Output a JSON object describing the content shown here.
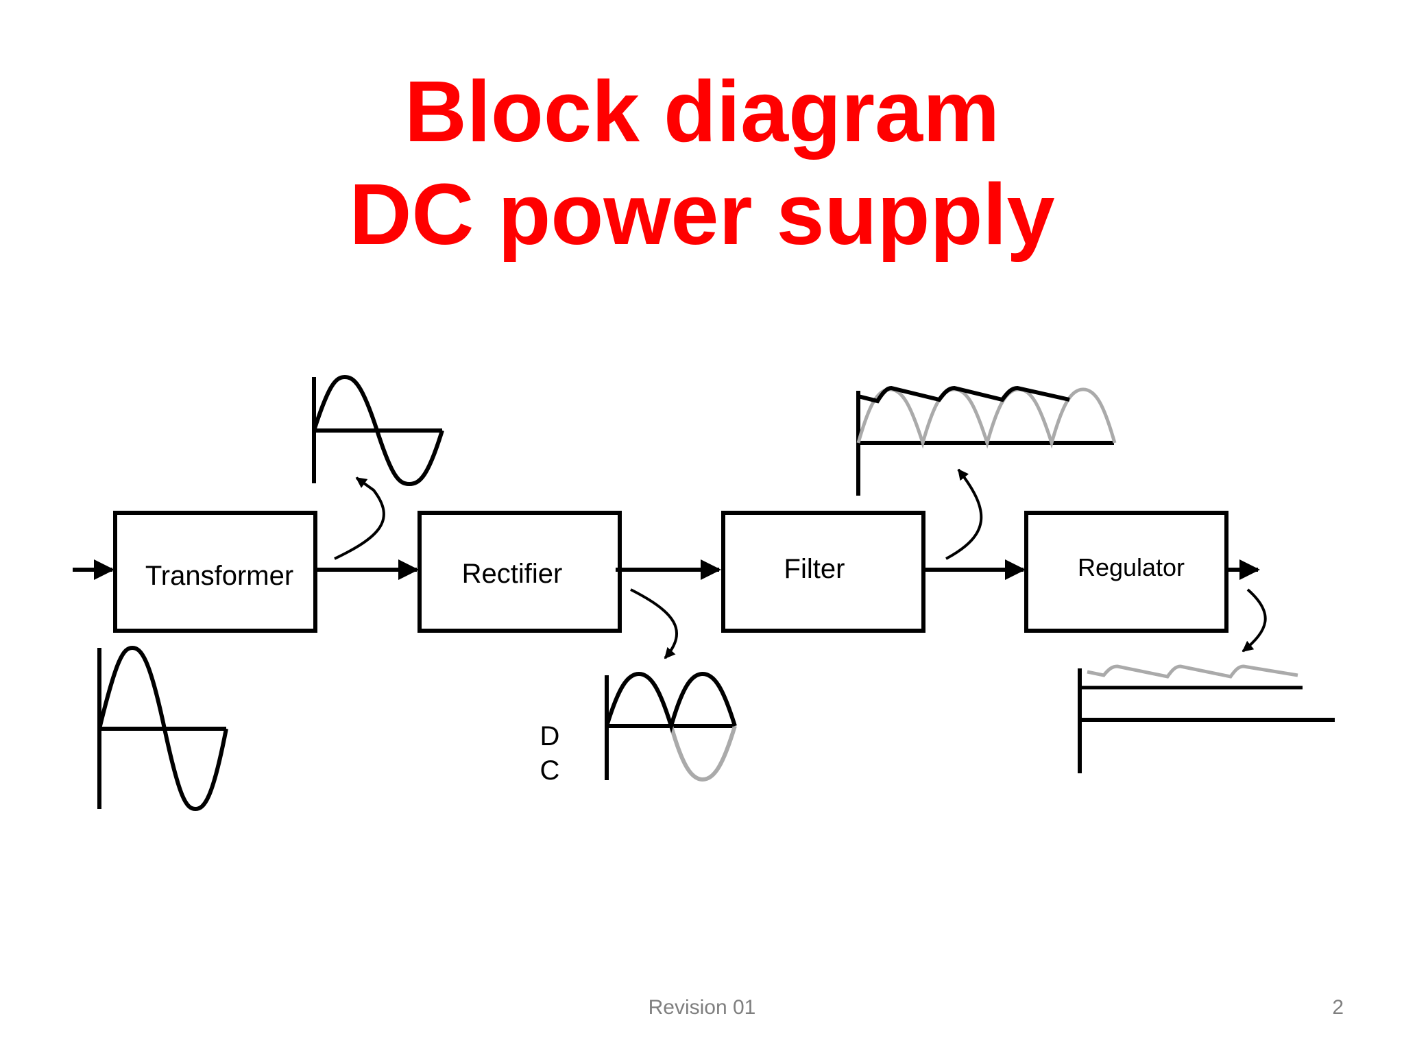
{
  "slide": {
    "title_line_1": "Block diagram",
    "title_line_2": "DC power supply",
    "title_color": "#ff0000"
  },
  "blocks": [
    {
      "id": "transformer",
      "label": "Transformer"
    },
    {
      "id": "rectifier",
      "label": "Rectifier"
    },
    {
      "id": "filter",
      "label": "Filter"
    },
    {
      "id": "regulator",
      "label": "Regulator"
    }
  ],
  "annotations": {
    "dc_label_line_1": "D",
    "dc_label_line_2": "C"
  },
  "waveform_colors": {
    "primary": "#000000",
    "faded": "#aaaaaa"
  },
  "footer": {
    "revision": "Revision 01",
    "page_number": "2"
  }
}
